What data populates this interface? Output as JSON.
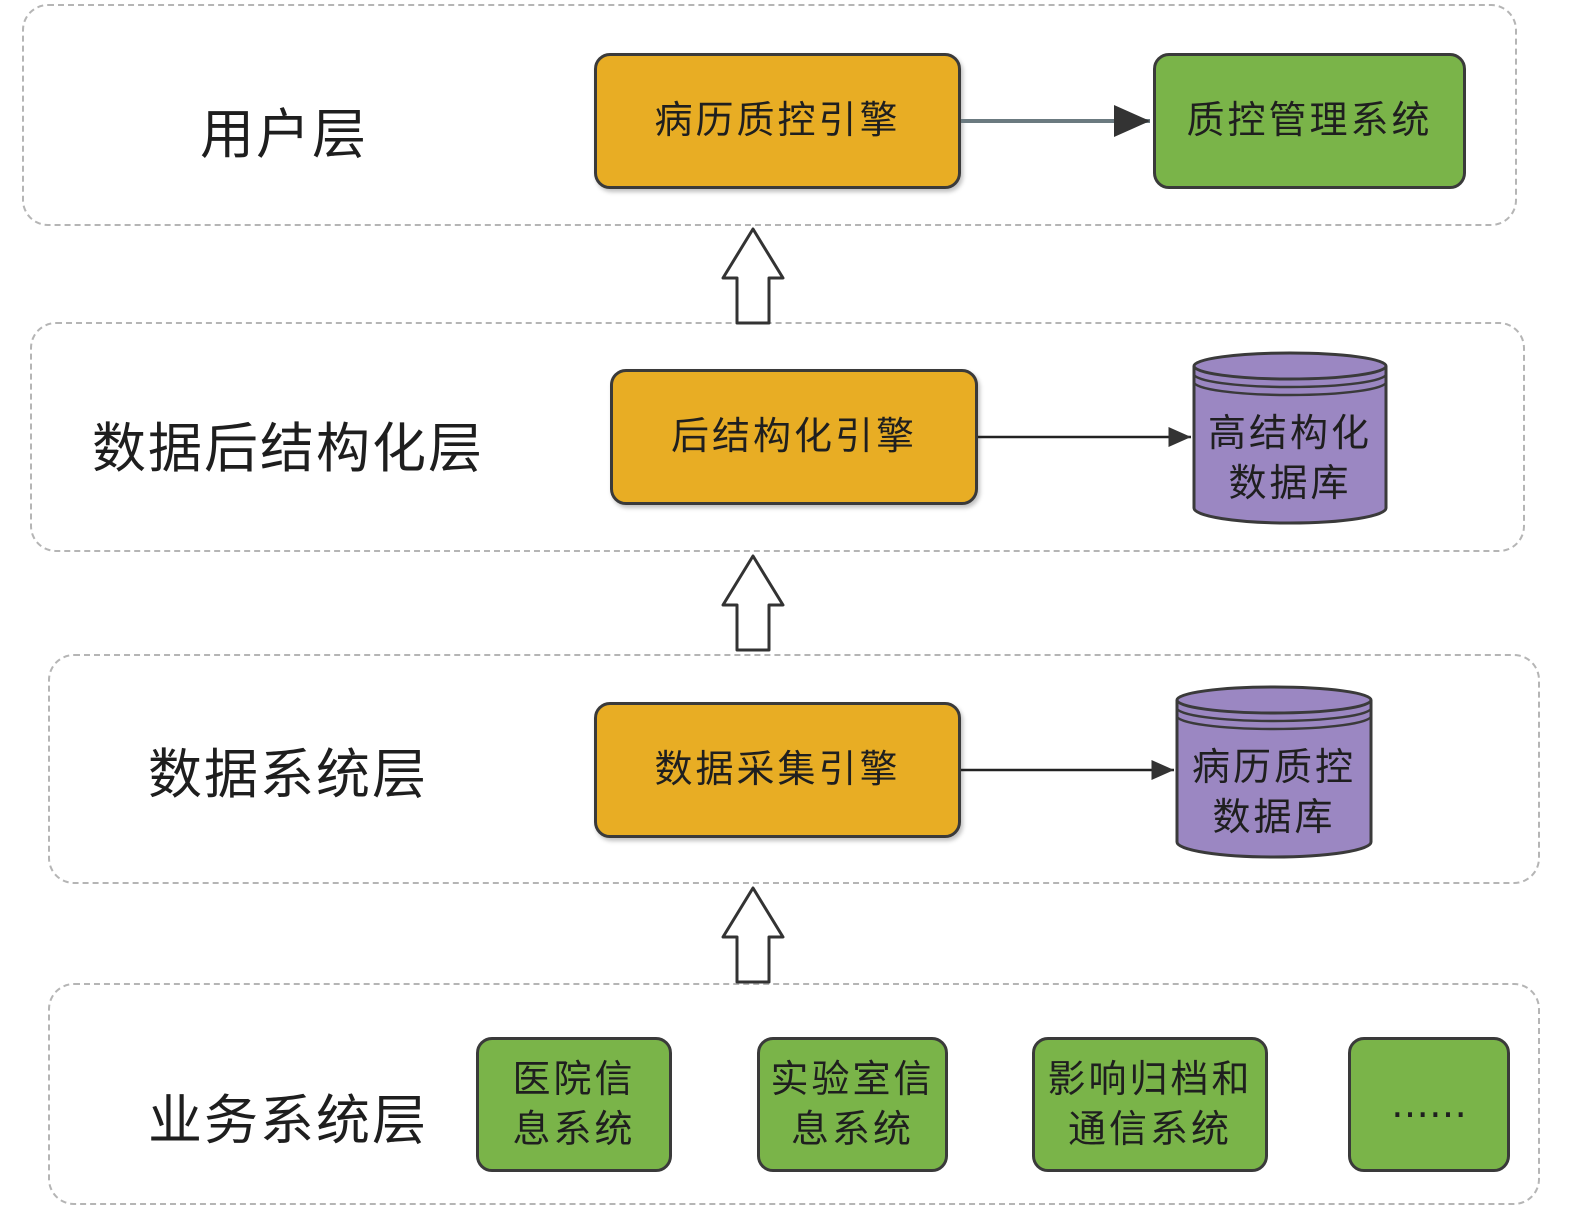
{
  "layers": {
    "user": {
      "label": "用户层",
      "engine": "病历质控引擎",
      "system": "质控管理系统"
    },
    "post_structuring": {
      "label": "数据后结构化层",
      "engine": "后结构化引擎",
      "database": [
        "高结构化",
        "数据库"
      ]
    },
    "data_system": {
      "label": "数据系统层",
      "engine": "数据采集引擎",
      "database": [
        "病历质控",
        "数据库"
      ]
    },
    "business": {
      "label": "业务系统层",
      "systems": [
        [
          "医院信",
          "息系统"
        ],
        [
          "实验室信",
          "息系统"
        ],
        [
          "影响归档和",
          "通信系统"
        ],
        [
          "……"
        ]
      ]
    }
  },
  "colors": {
    "engine": "#e8ad24",
    "system": "#7ab449",
    "database": "#9b87c2",
    "layer_border": "#b5b5b5"
  }
}
